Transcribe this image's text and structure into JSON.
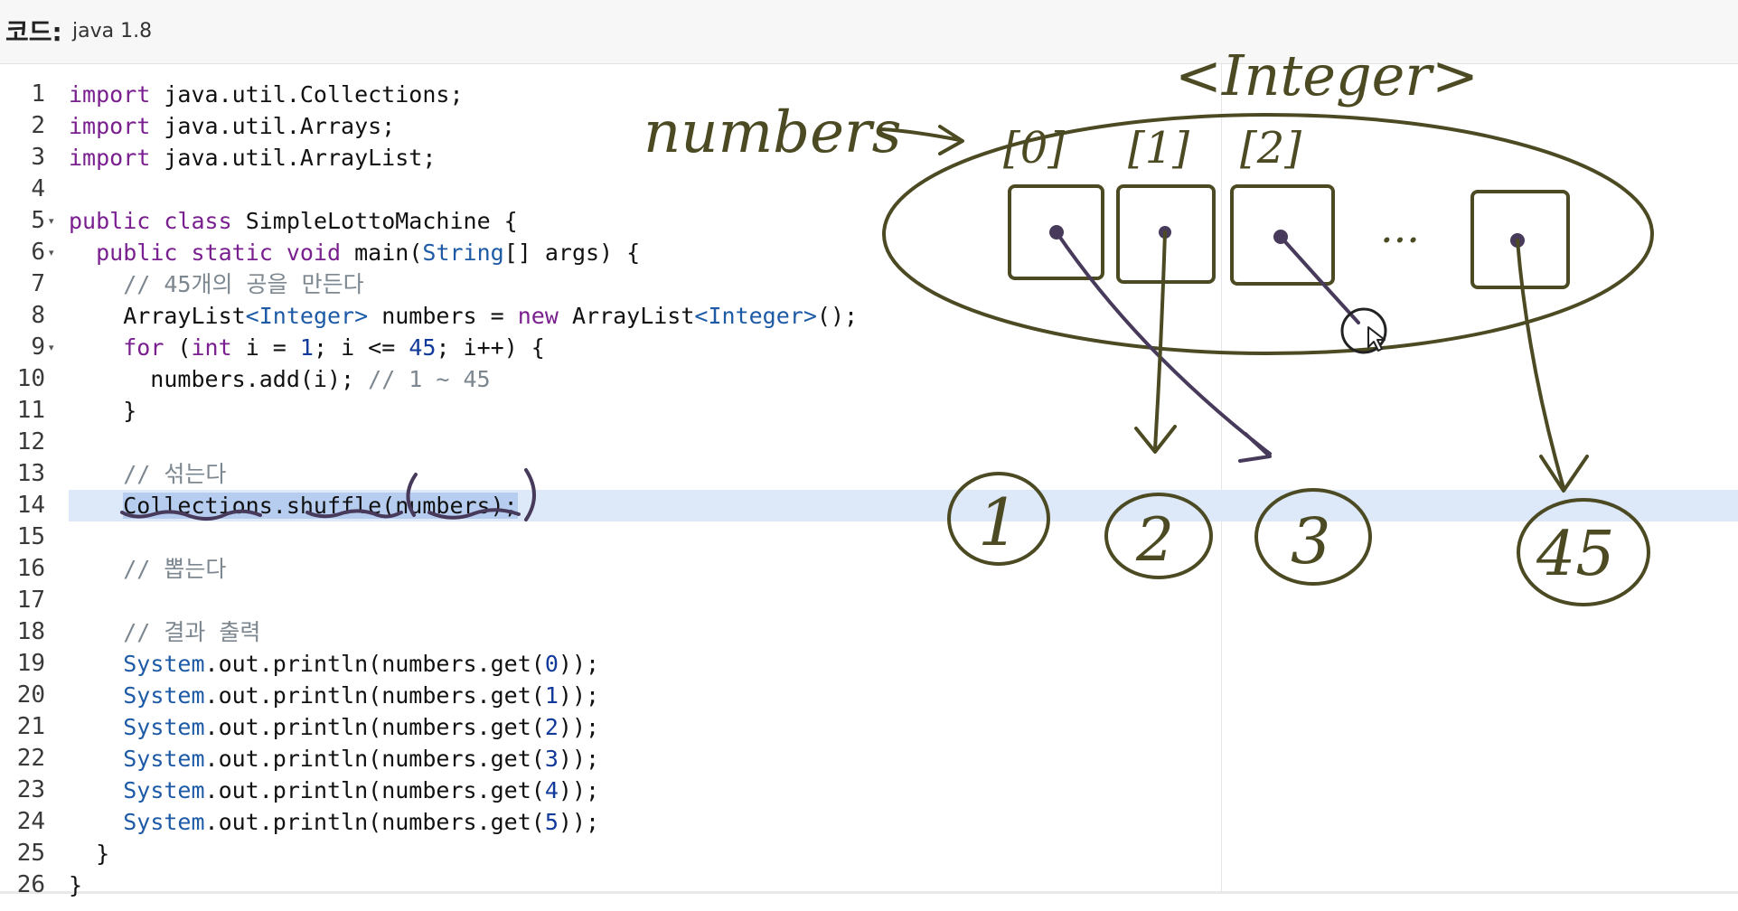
{
  "header": {
    "label": "코드:",
    "language": "java 1.8"
  },
  "editor": {
    "highlighted_line": 14,
    "lines": [
      {
        "n": "1",
        "code": "import java.util.Collections;"
      },
      {
        "n": "2",
        "code": "import java.util.Arrays;"
      },
      {
        "n": "3",
        "code": "import java.util.ArrayList;"
      },
      {
        "n": "4",
        "code": ""
      },
      {
        "n": "5",
        "code": "public class SimpleLottoMachine {"
      },
      {
        "n": "6",
        "code": "  public static void main(String[] args) {"
      },
      {
        "n": "7",
        "code": "    // 45개의 공을 만든다"
      },
      {
        "n": "8",
        "code": "    ArrayList<Integer> numbers = new ArrayList<Integer>();"
      },
      {
        "n": "9",
        "code": "    for (int i = 1; i <= 45; i++) {"
      },
      {
        "n": "10",
        "code": "      numbers.add(i); // 1 ~ 45"
      },
      {
        "n": "11",
        "code": "    }"
      },
      {
        "n": "12",
        "code": ""
      },
      {
        "n": "13",
        "code": "    // 섞는다"
      },
      {
        "n": "14",
        "code": "    Collections.shuffle(numbers);"
      },
      {
        "n": "15",
        "code": ""
      },
      {
        "n": "16",
        "code": "    // 뽑는다"
      },
      {
        "n": "17",
        "code": ""
      },
      {
        "n": "18",
        "code": "    // 결과 출력"
      },
      {
        "n": "19",
        "code": "    System.out.println(numbers.get(0));"
      },
      {
        "n": "20",
        "code": "    System.out.println(numbers.get(1));"
      },
      {
        "n": "21",
        "code": "    System.out.println(numbers.get(2));"
      },
      {
        "n": "22",
        "code": "    System.out.println(numbers.get(3));"
      },
      {
        "n": "23",
        "code": "    System.out.println(numbers.get(4));"
      },
      {
        "n": "24",
        "code": "    System.out.println(numbers.get(5));"
      },
      {
        "n": "25",
        "code": "  }"
      },
      {
        "n": "26",
        "code": "}"
      }
    ]
  },
  "annotations": {
    "type_label": "<Integer>",
    "variable_label": "numbers",
    "index_labels": [
      "[0]",
      "[1]",
      "[2]"
    ],
    "ellipsis": "...",
    "circled_values": [
      "1",
      "2",
      "3",
      "45"
    ],
    "ink_color": "#4b4a22"
  }
}
